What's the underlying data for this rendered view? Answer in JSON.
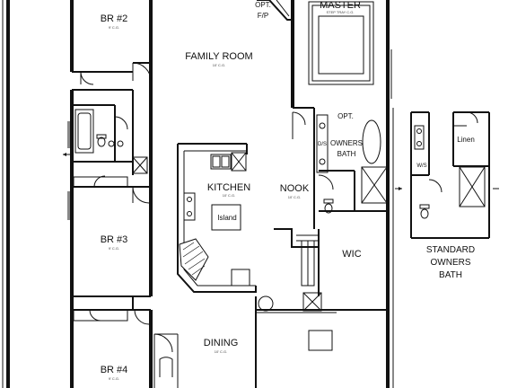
{
  "rooms": {
    "br2": {
      "name": "BR #2",
      "ceiling": "9' C.G."
    },
    "family": {
      "name": "FAMILY ROOM",
      "ceiling": "10' C.G."
    },
    "master": {
      "name": "MASTER",
      "ceiling": "STEP TRAY C.G."
    },
    "fireplace": {
      "line1": "OPT.",
      "line2": "F/P"
    },
    "owners_bath": {
      "line1": "OPT.",
      "line2": "OWNERS",
      "line3": "BATH"
    },
    "kitchen": {
      "name": "KITCHEN",
      "ceiling": "10' C.G."
    },
    "nook": {
      "name": "NOOK",
      "ceiling": "10' C.G."
    },
    "island": {
      "name": "Island"
    },
    "br3": {
      "name": "BR #3",
      "ceiling": "9' C.G."
    },
    "wic": {
      "name": "WIC"
    },
    "dining": {
      "name": "DINING",
      "ceiling": "10' C.G."
    },
    "br4": {
      "name": "BR #4",
      "ceiling": "9' C.G."
    },
    "dw": {
      "name": "D/S"
    },
    "ws": {
      "name": "W/S"
    }
  },
  "standard_bath": {
    "line1": "STANDARD",
    "line2": "OWNERS",
    "line3": "BATH",
    "linen": "Linen",
    "ws": "W/S"
  }
}
